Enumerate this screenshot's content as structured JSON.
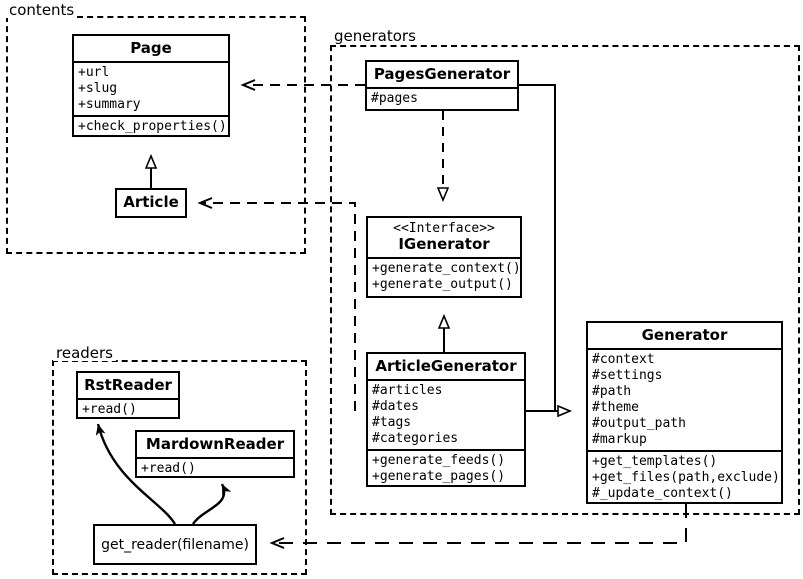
{
  "diagram": {
    "type": "uml-class-diagram",
    "packages": [
      {
        "id": "contents",
        "label": "contents"
      },
      {
        "id": "generators",
        "label": "generators"
      },
      {
        "id": "readers",
        "label": "readers"
      }
    ],
    "classes": [
      {
        "id": "page",
        "name": "Page",
        "stereotype": "",
        "attributes": [
          "+url",
          "+slug",
          "+summary"
        ],
        "methods": [
          "+check_properties()"
        ]
      },
      {
        "id": "article",
        "name": "Article",
        "stereotype": "",
        "attributes": [],
        "methods": []
      },
      {
        "id": "pages-generator",
        "name": "PagesGenerator",
        "stereotype": "",
        "attributes": [
          "#pages"
        ],
        "methods": []
      },
      {
        "id": "igenerator",
        "name": "IGenerator",
        "stereotype": "<<Interface>>",
        "attributes": [],
        "methods": [
          "+generate_context()",
          "+generate_output()"
        ]
      },
      {
        "id": "article-generator",
        "name": "ArticleGenerator",
        "stereotype": "",
        "attributes": [
          "#articles",
          "#dates",
          "#tags",
          "#categories"
        ],
        "methods": [
          "+generate_feeds()",
          "+generate_pages()"
        ]
      },
      {
        "id": "generator",
        "name": "Generator",
        "stereotype": "",
        "attributes": [
          "#context",
          "#settings",
          "#path",
          "#theme",
          "#output_path",
          "#markup"
        ],
        "methods": [
          "+get_templates()",
          "+get_files(path,exclude)",
          "#_update_context()"
        ]
      },
      {
        "id": "rst-reader",
        "name": "RstReader",
        "stereotype": "",
        "attributes": [],
        "methods": [
          "+read()"
        ]
      },
      {
        "id": "mardown-reader",
        "name": "MardownReader",
        "stereotype": "",
        "attributes": [],
        "methods": [
          "+read()"
        ]
      }
    ],
    "functions": [
      {
        "id": "get-reader",
        "label": "get_reader(filename)"
      }
    ],
    "relationships": [
      {
        "from": "article",
        "to": "page",
        "type": "generalization"
      },
      {
        "from": "pages-generator",
        "to": "igenerator",
        "type": "realization"
      },
      {
        "from": "article-generator",
        "to": "igenerator",
        "type": "generalization"
      },
      {
        "from": "pages-generator",
        "to": "generator",
        "type": "generalization"
      },
      {
        "from": "article-generator",
        "to": "generator",
        "type": "generalization"
      },
      {
        "from": "pages-generator",
        "to": "page",
        "type": "dependency"
      },
      {
        "from": "article-generator",
        "to": "article",
        "type": "dependency"
      },
      {
        "from": "generator",
        "to": "get-reader",
        "type": "dependency"
      }
    ],
    "colors": {
      "line": "#000000",
      "background": "#ffffff"
    }
  }
}
